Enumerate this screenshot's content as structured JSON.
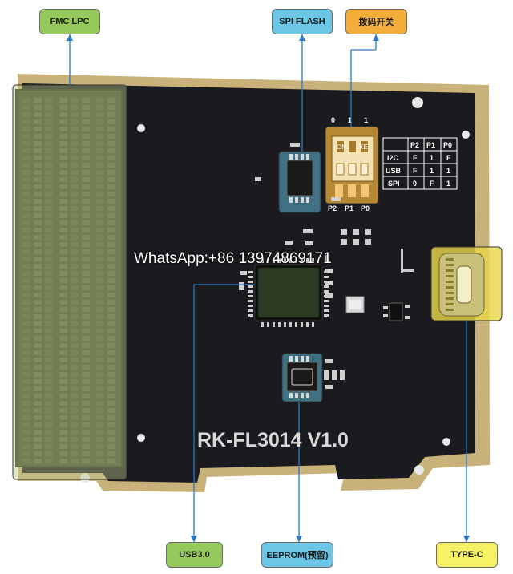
{
  "labels": {
    "fmc_lpc": "FMC LPC",
    "spi_flash": "SPI FLASH",
    "dip_switch": "拨码开关",
    "usb3": "USB3.0",
    "eeprom": "EEPROM(预留)",
    "type_c": "TYPE-C"
  },
  "board": {
    "title": "RK-FL3014 V1.0",
    "watermark": "WhatsApp:+86 13974869171",
    "dip_top_labels": [
      "0",
      "1",
      "1"
    ],
    "dip_bottom_labels": [
      "P2",
      "P1",
      "P0"
    ],
    "dip_switch_text": [
      "ON",
      "KE"
    ],
    "config_table": {
      "headers": [
        "",
        "P2",
        "P1",
        "P0"
      ],
      "rows": [
        [
          "I2C",
          "F",
          "1",
          "F"
        ],
        [
          "USB",
          "F",
          "1",
          "1"
        ],
        [
          "SPI",
          "0",
          "F",
          "1"
        ]
      ]
    }
  },
  "colors": {
    "pcb": "#1b1b1f",
    "gold_edge": "#c8b27a",
    "fmc_highlight": "#b9c98a",
    "spi_highlight": "#5fb8d6",
    "dip_highlight": "#e3a63a",
    "typec_highlight": "#e8d84a",
    "leader_line": "#2a78c4"
  }
}
